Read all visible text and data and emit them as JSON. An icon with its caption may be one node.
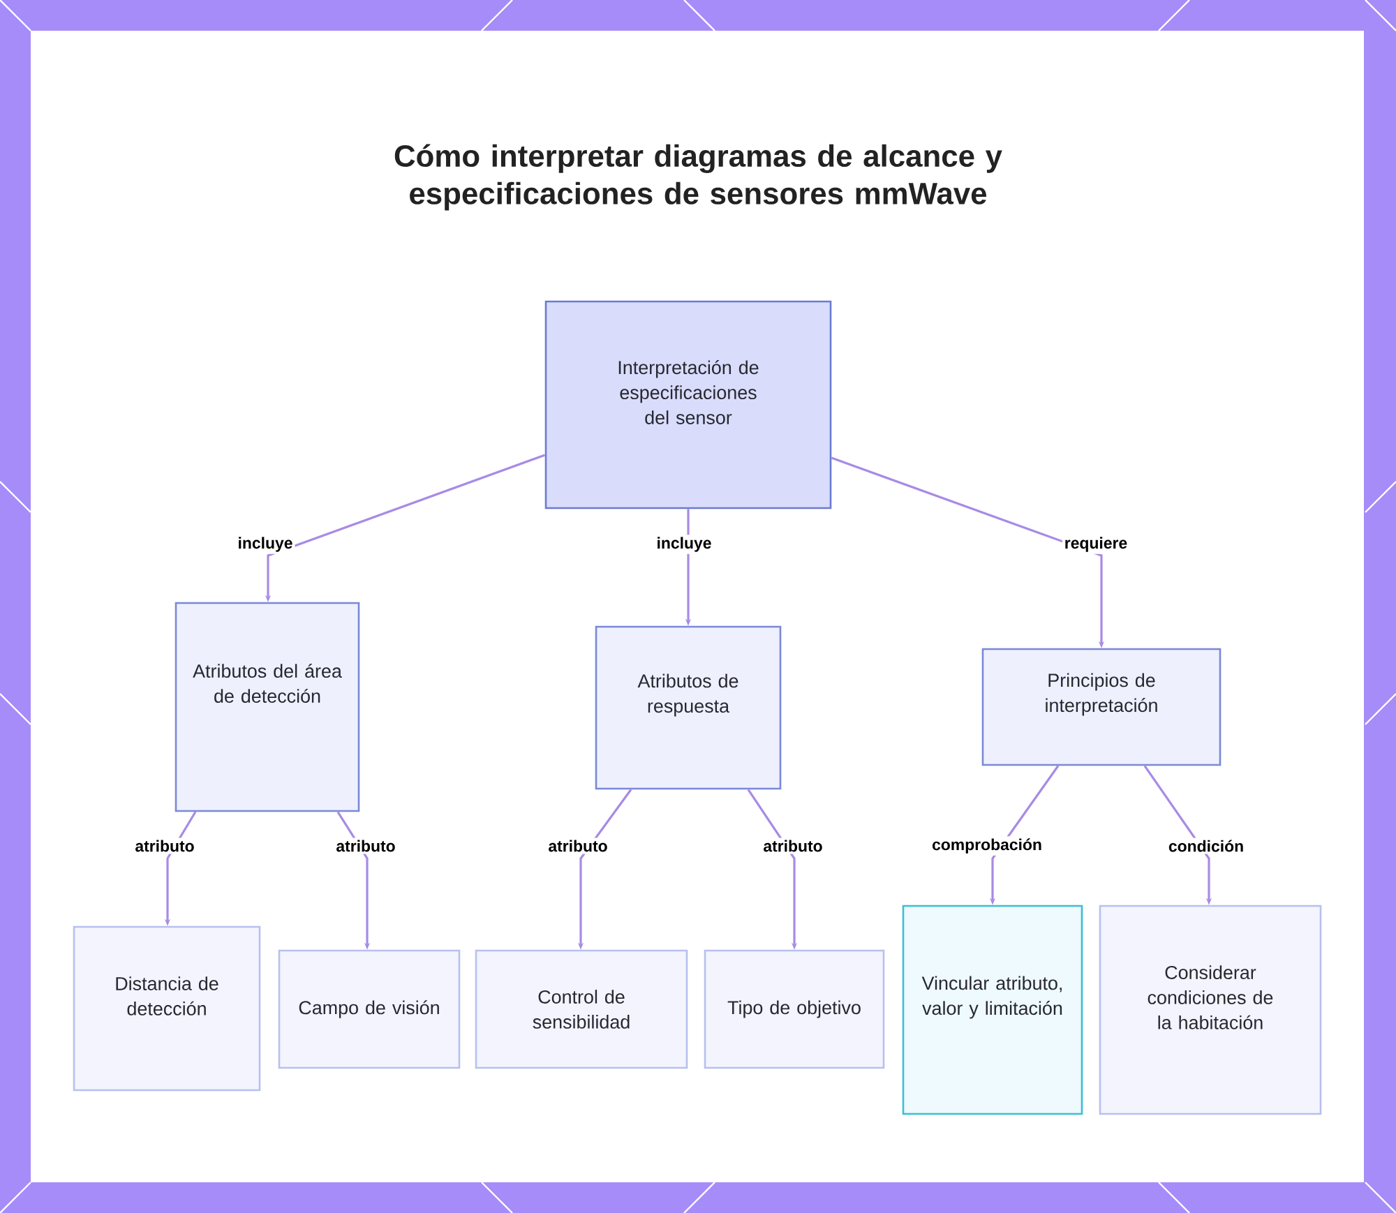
{
  "diagram": {
    "title": "Cómo interpretar diagramas de alcance y especificaciones de sensores mmWave",
    "nodes": [
      {
        "text": [
          "Interpretación de especificaciones del sensor"
        ]
      },
      {
        "text": [
          "Atributos del área de detección"
        ]
      },
      {
        "text": [
          "Atributos de respuesta"
        ]
      },
      {
        "text": [
          "Principios de interpretación"
        ]
      },
      {
        "text": [
          "Distancia de detección"
        ]
      },
      {
        "text": [
          "Campo de visión"
        ]
      },
      {
        "text": [
          "Control de sensibilidad"
        ]
      },
      {
        "text": [
          "Tipo de objetivo"
        ]
      },
      {
        "text": [
          "Vincular atributo, valor y limitación"
        ]
      },
      {
        "text": [
          "Considerar condiciones de la habitación"
        ]
      }
    ],
    "edges": [
      {
        "from": 0,
        "to": 1,
        "arrow": "to",
        "label": "incluye"
      },
      {
        "from": 0,
        "to": 2,
        "arrow": "to",
        "label": "incluye"
      },
      {
        "from": 0,
        "to": 3,
        "arrow": "to",
        "label": "requiere"
      },
      {
        "from": 1,
        "to": 4,
        "arrow": "to",
        "label": "atributo"
      },
      {
        "from": 1,
        "to": 5,
        "arrow": "to",
        "label": "atributo"
      },
      {
        "from": 2,
        "to": 6,
        "arrow": "to",
        "label": "atributo"
      },
      {
        "from": 2,
        "to": 7,
        "arrow": "to",
        "label": "atributo"
      },
      {
        "from": 3,
        "to": 8,
        "arrow": "to",
        "label": "comprobación"
      },
      {
        "from": 3,
        "to": 9,
        "arrow": "to",
        "label": "condición"
      }
    ]
  }
}
